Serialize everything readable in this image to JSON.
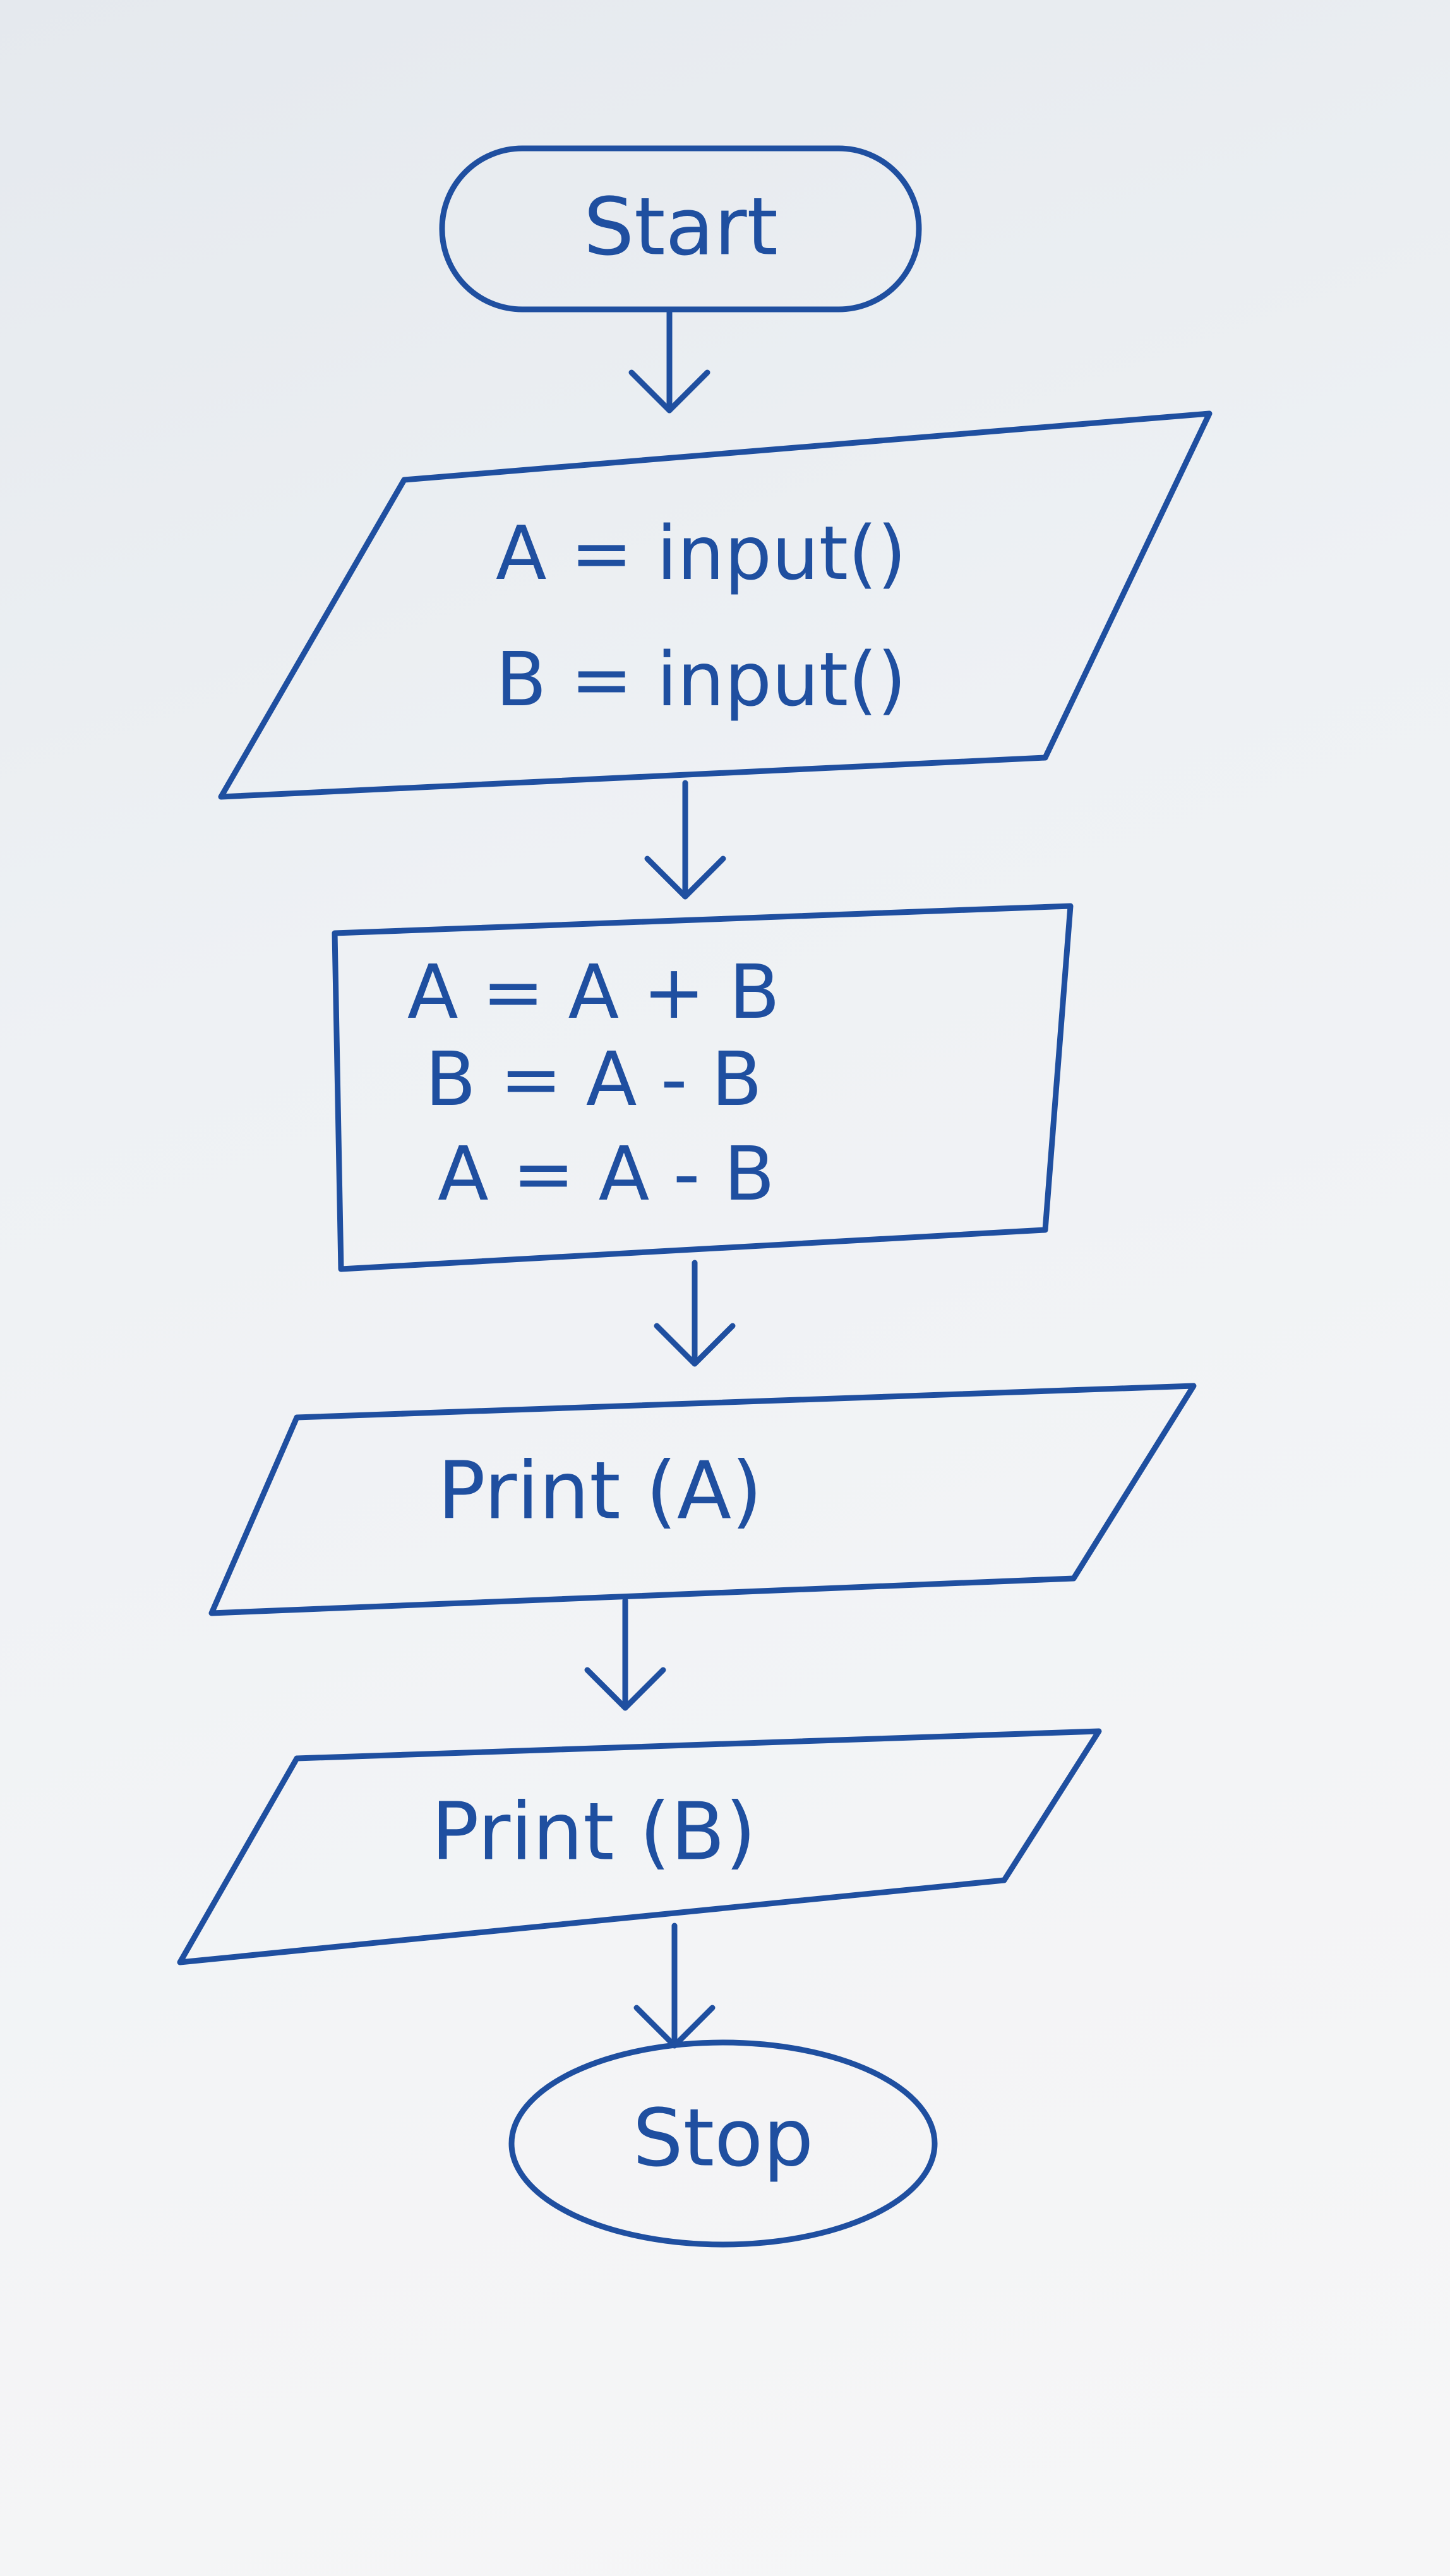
{
  "diagram": {
    "ink_color": "#1f4fa0",
    "paper_color": "#eef1f4",
    "start": {
      "label": "Start"
    },
    "input": {
      "line1": "A = input()",
      "line2": "B = input()"
    },
    "process": {
      "line1": "A = A + B",
      "line2": "B = A - B",
      "line3": "A = A - B"
    },
    "output_a": {
      "label": "Print (A)"
    },
    "output_b": {
      "label": "Print (B)"
    },
    "stop": {
      "label": "Stop"
    }
  }
}
